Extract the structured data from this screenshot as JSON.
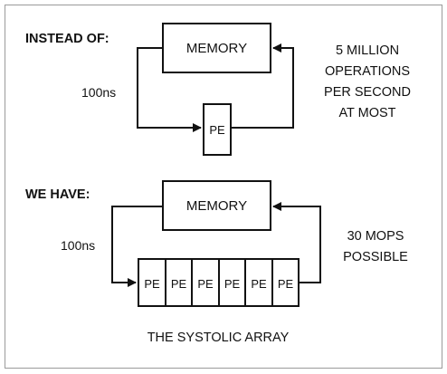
{
  "top": {
    "heading": "INSTEAD OF:",
    "memory_label": "MEMORY",
    "pe_label": "PE",
    "latency_label": "100ns",
    "note_lines": [
      "5 MILLION",
      "OPERATIONS",
      "PER SECOND",
      "AT MOST"
    ]
  },
  "bottom": {
    "heading": "WE HAVE:",
    "memory_label": "MEMORY",
    "pe_labels": [
      "PE",
      "PE",
      "PE",
      "PE",
      "PE",
      "PE"
    ],
    "latency_label": "100ns",
    "note_lines": [
      "30 MOPS",
      "POSSIBLE"
    ],
    "caption": "THE SYSTOLIC ARRAY"
  },
  "colors": {
    "line": "#111111",
    "border": "#9a9a9a"
  }
}
